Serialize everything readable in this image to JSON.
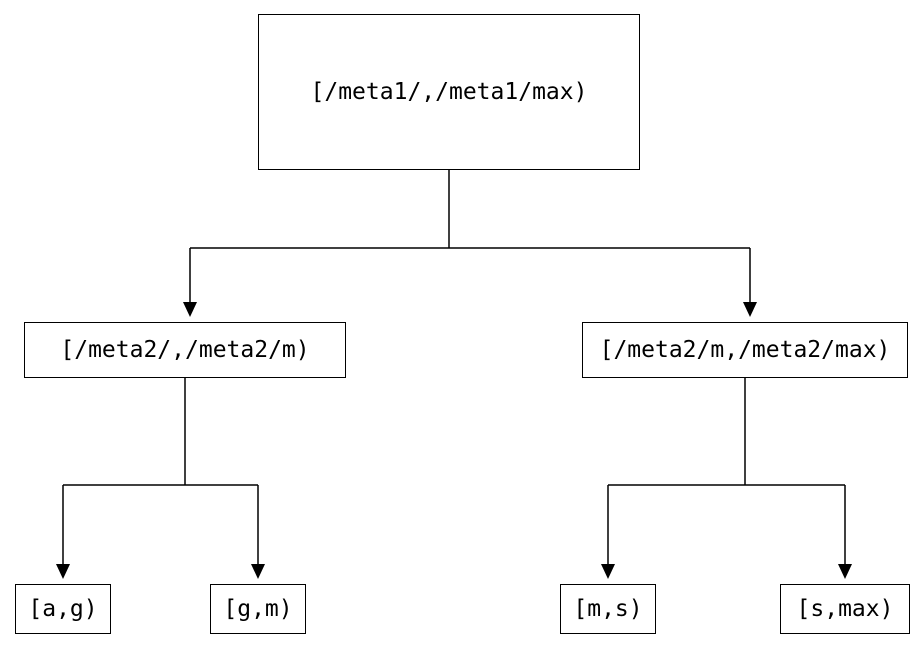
{
  "diagram": {
    "type": "interval-partition-tree",
    "colors": {
      "background": "#ffffff",
      "stroke": "#000000",
      "node_fill": "#ffffff",
      "text": "#000000"
    },
    "root": {
      "label": "[/meta1/,/meta1/max)"
    },
    "level2": [
      {
        "label": "[/meta2/,/meta2/m)"
      },
      {
        "label": "[/meta2/m,/meta2/max)"
      }
    ],
    "leaves": [
      {
        "label": "[a,g)"
      },
      {
        "label": "[g,m)"
      },
      {
        "label": "[m,s)"
      },
      {
        "label": "[s,max)"
      }
    ]
  }
}
